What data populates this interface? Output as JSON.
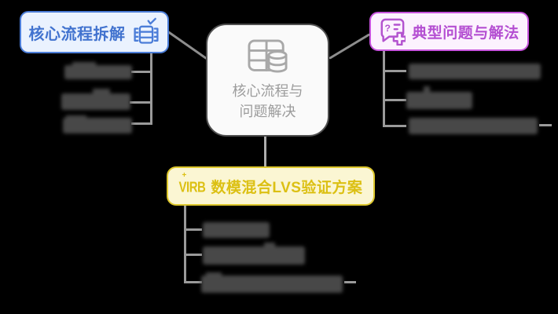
{
  "app": "mind-map",
  "canvas": {
    "background": "#000000",
    "connector_color": "#9a9a9a",
    "redacted_text_color": "#484848"
  },
  "center_node": {
    "title_line1": "核心流程与",
    "title_line2": "问题解决",
    "icon": "table-database-icon",
    "border_color": "#4f4f4f",
    "background": "#fafafa",
    "text_color": "#9c9c9c"
  },
  "branches": {
    "process": {
      "label": "核心流程拆解",
      "icon": "server-check-icon",
      "accent": "#4b7dd8",
      "background": "#eaf2fe",
      "text_color": "#4273cf",
      "sub_items": [
        {
          "text": "",
          "redacted": true
        },
        {
          "text": "",
          "redacted": true
        },
        {
          "text": "",
          "redacted": true
        }
      ]
    },
    "problems": {
      "label": "典型问题与解法",
      "icon": "chat-question-plus-icon",
      "accent": "#c653dc",
      "background": "#fcf2fe",
      "text_color": "#b44fd2",
      "sub_items": [
        {
          "text": "",
          "redacted": true
        },
        {
          "text": "",
          "redacted": true
        },
        {
          "text": "",
          "redacted": true
        }
      ]
    },
    "solution": {
      "label": "数模混合LVS验证方案",
      "icon": "virb-logo-icon",
      "icon_text": "VIRB",
      "icon_plus": "+",
      "accent": "#ddc72c",
      "background": "#fbf6d3",
      "text_color": "#dcc013",
      "sub_items": [
        {
          "text": "",
          "redacted": true
        },
        {
          "text": "",
          "redacted": true
        },
        {
          "text": "",
          "redacted": true
        }
      ]
    }
  }
}
